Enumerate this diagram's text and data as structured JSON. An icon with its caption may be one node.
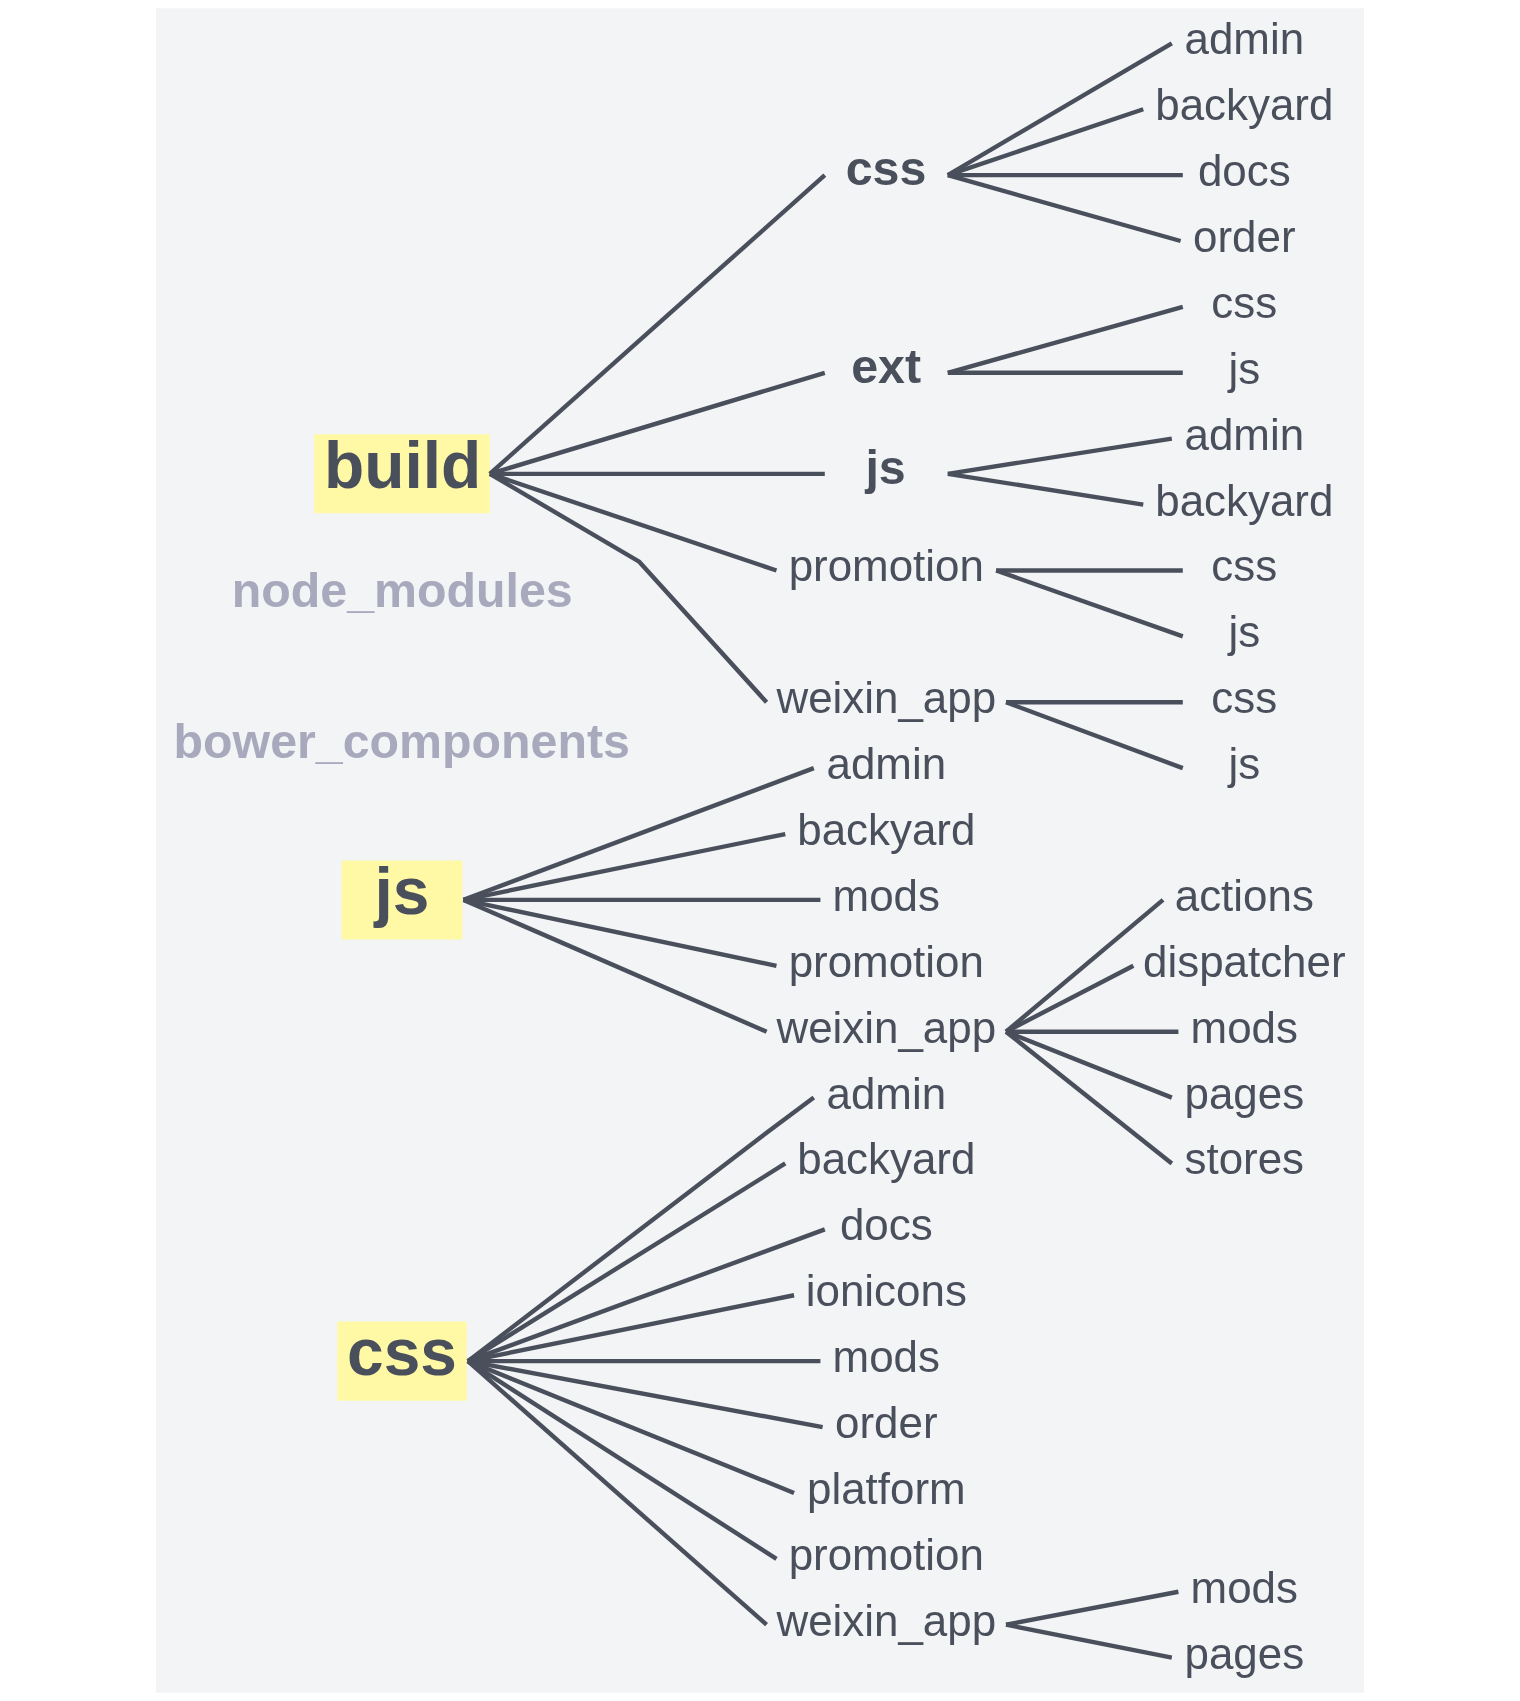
{
  "diagram": {
    "nodes": [
      {
        "text": [
          "css"
        ]
      },
      {
        "text": [
          "admin"
        ]
      },
      {
        "text": [
          "backyard"
        ]
      },
      {
        "text": [
          "docs"
        ]
      },
      {
        "text": [
          "ionicons"
        ]
      },
      {
        "text": [
          "mods"
        ]
      },
      {
        "text": [
          "order"
        ]
      },
      {
        "text": [
          "platform"
        ]
      },
      {
        "text": [
          "promotion"
        ]
      },
      {
        "text": [
          "weixin_app"
        ]
      },
      {
        "text": [
          "mods"
        ]
      },
      {
        "text": [
          "pages"
        ]
      },
      {
        "text": [
          "js"
        ]
      },
      {
        "text": [
          "admin"
        ]
      },
      {
        "text": [
          "backyard"
        ]
      },
      {
        "text": [
          "mods"
        ]
      },
      {
        "text": [
          "promotion"
        ]
      },
      {
        "text": [
          "weixin_app"
        ]
      },
      {
        "text": [
          "actions"
        ]
      },
      {
        "text": [
          "dispatcher"
        ]
      },
      {
        "text": [
          "mods"
        ]
      },
      {
        "text": [
          "pages"
        ]
      },
      {
        "text": [
          "stores"
        ]
      },
      {
        "text": [
          "bower_components"
        ]
      },
      {
        "text": [
          "node_modules"
        ]
      },
      {
        "text": [
          "build"
        ]
      },
      {
        "text": [
          "css"
        ]
      },
      {
        "text": [
          "admin"
        ]
      },
      {
        "text": [
          "backyard"
        ]
      },
      {
        "text": [
          "docs"
        ]
      },
      {
        "text": [
          "order"
        ]
      },
      {
        "text": [
          "ext"
        ]
      },
      {
        "text": [
          "css"
        ]
      },
      {
        "text": [
          "js"
        ]
      },
      {
        "text": [
          "js"
        ]
      },
      {
        "text": [
          "admin"
        ]
      },
      {
        "text": [
          "backyard"
        ]
      },
      {
        "text": [
          "promotion"
        ]
      },
      {
        "text": [
          "css"
        ]
      },
      {
        "text": [
          "js"
        ]
      },
      {
        "text": [
          "weixin_app"
        ]
      },
      {
        "text": [
          "css"
        ]
      },
      {
        "text": [
          "js"
        ]
      }
    ],
    "edges": [
      {
        "from": 0,
        "to": 1,
        "arrow": "none"
      },
      {
        "from": 0,
        "to": 2,
        "arrow": "none"
      },
      {
        "from": 0,
        "to": 3,
        "arrow": "none"
      },
      {
        "from": 0,
        "to": 4,
        "arrow": "none"
      },
      {
        "from": 0,
        "to": 5,
        "arrow": "none"
      },
      {
        "from": 0,
        "to": 6,
        "arrow": "none"
      },
      {
        "from": 0,
        "to": 7,
        "arrow": "none"
      },
      {
        "from": 0,
        "to": 8,
        "arrow": "none"
      },
      {
        "from": 0,
        "to": 9,
        "arrow": "none"
      },
      {
        "from": 9,
        "to": 10,
        "arrow": "none"
      },
      {
        "from": 9,
        "to": 11,
        "arrow": "none"
      },
      {
        "from": 12,
        "to": 13,
        "arrow": "none"
      },
      {
        "from": 12,
        "to": 14,
        "arrow": "none"
      },
      {
        "from": 12,
        "to": 15,
        "arrow": "none"
      },
      {
        "from": 12,
        "to": 16,
        "arrow": "none"
      },
      {
        "from": 12,
        "to": 17,
        "arrow": "none"
      },
      {
        "from": 17,
        "to": 18,
        "arrow": "none"
      },
      {
        "from": 17,
        "to": 19,
        "arrow": "none"
      },
      {
        "from": 17,
        "to": 20,
        "arrow": "none"
      },
      {
        "from": 17,
        "to": 21,
        "arrow": "none"
      },
      {
        "from": 17,
        "to": 22,
        "arrow": "none"
      },
      {
        "from": 25,
        "to": 26,
        "arrow": "none"
      },
      {
        "from": 26,
        "to": 27,
        "arrow": "none"
      },
      {
        "from": 26,
        "to": 28,
        "arrow": "none"
      },
      {
        "from": 26,
        "to": 29,
        "arrow": "none"
      },
      {
        "from": 26,
        "to": 30,
        "arrow": "none"
      },
      {
        "from": 25,
        "to": 31,
        "arrow": "none"
      },
      {
        "from": 31,
        "to": 32,
        "arrow": "none"
      },
      {
        "from": 31,
        "to": 33,
        "arrow": "none"
      },
      {
        "from": 25,
        "to": 34,
        "arrow": "none"
      },
      {
        "from": 34,
        "to": 35,
        "arrow": "none"
      },
      {
        "from": 34,
        "to": 36,
        "arrow": "none"
      },
      {
        "from": 25,
        "to": 37,
        "arrow": "none"
      },
      {
        "from": 37,
        "to": 38,
        "arrow": "none"
      },
      {
        "from": 37,
        "to": 39,
        "arrow": "none"
      },
      {
        "from": 25,
        "to": 40,
        "arrow": "none"
      },
      {
        "from": 40,
        "to": 41,
        "arrow": "none"
      },
      {
        "from": 40,
        "to": 42,
        "arrow": "none"
      }
    ]
  }
}
